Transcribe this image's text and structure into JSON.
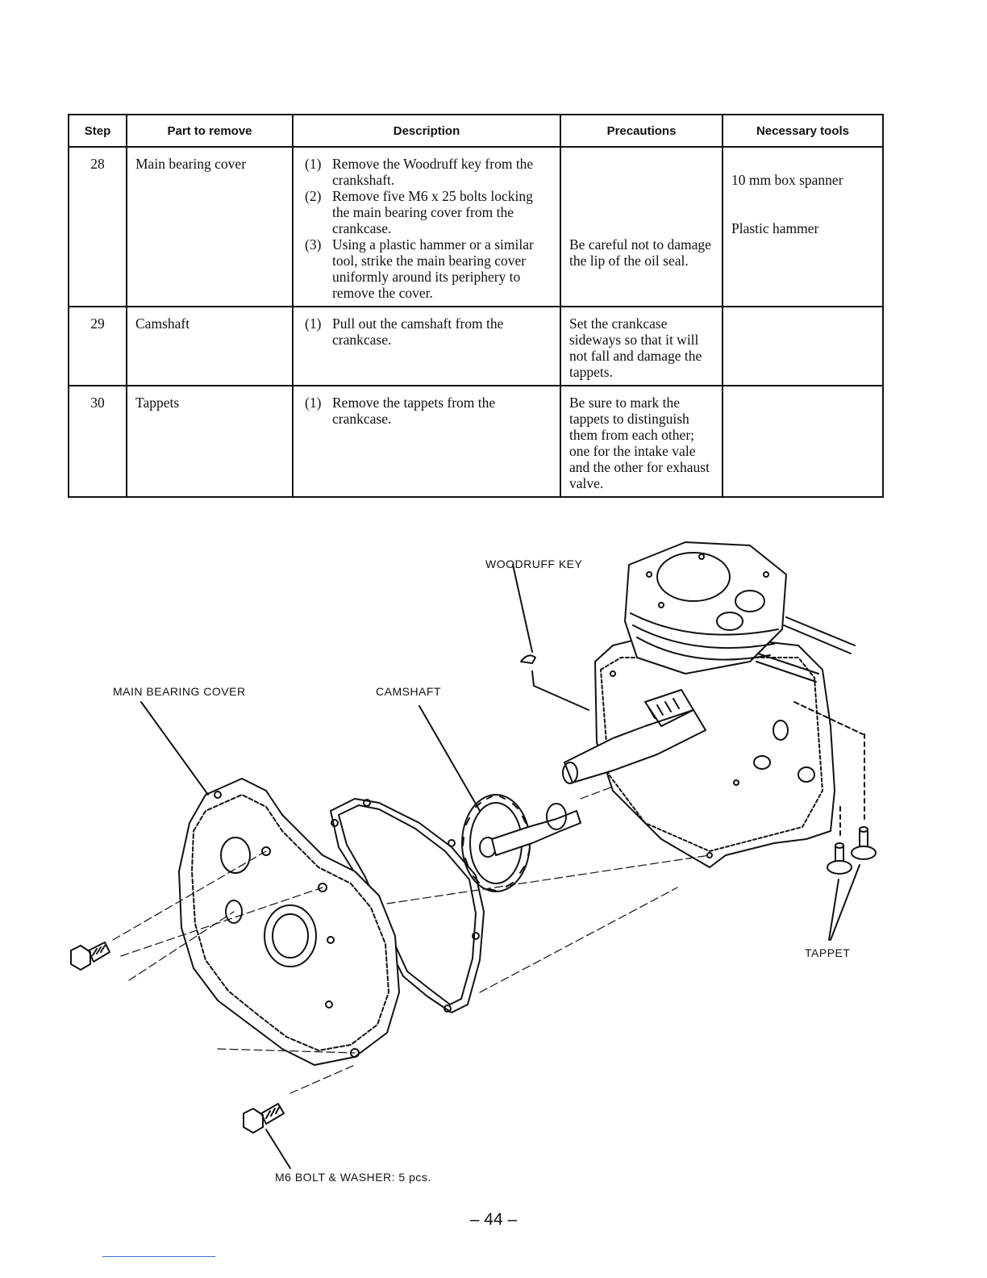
{
  "table": {
    "headers": [
      "Step",
      "Part to remove",
      "Description",
      "Precautions",
      "Necessary tools"
    ],
    "rows": [
      {
        "step": "28",
        "part": "Main bearing cover",
        "descriptions": [
          {
            "num": "(1)",
            "text": "Remove the Woodruff key from the crankshaft."
          },
          {
            "num": "(2)",
            "text": "Remove five M6 x 25 bolts locking the main bearing cover from the crankcase."
          },
          {
            "num": "(3)",
            "text": "Using a plastic hammer or a similar tool, strike the main bearing cover uniformly around its periphery to remove the cover."
          }
        ],
        "precaution": "Be careful not to damage the lip of the oil seal.",
        "tools": [
          "10 mm box spanner",
          "Plastic hammer"
        ]
      },
      {
        "step": "29",
        "part": "Camshaft",
        "descriptions": [
          {
            "num": "(1)",
            "text": "Pull out the camshaft from the crankcase."
          }
        ],
        "precaution": "Set the crankcase sideways so that it will not fall and damage the tappets.",
        "tools": []
      },
      {
        "step": "30",
        "part": "Tappets",
        "descriptions": [
          {
            "num": "(1)",
            "text": "Remove the tappets from the crankcase."
          }
        ],
        "precaution": "Be sure to mark the tappets to distinguish them from each other; one for the intake vale and the other for exhaust valve.",
        "tools": []
      }
    ]
  },
  "diagram": {
    "labels": {
      "woodruff_key": "WOODRUFF KEY",
      "main_bearing_cover": "MAIN BEARING COVER",
      "camshaft": "CAMSHAFT",
      "tappet": "TAPPET",
      "bolt_washer": "M6 BOLT & WASHER: 5 pcs."
    }
  },
  "page_number": "– 44 –"
}
